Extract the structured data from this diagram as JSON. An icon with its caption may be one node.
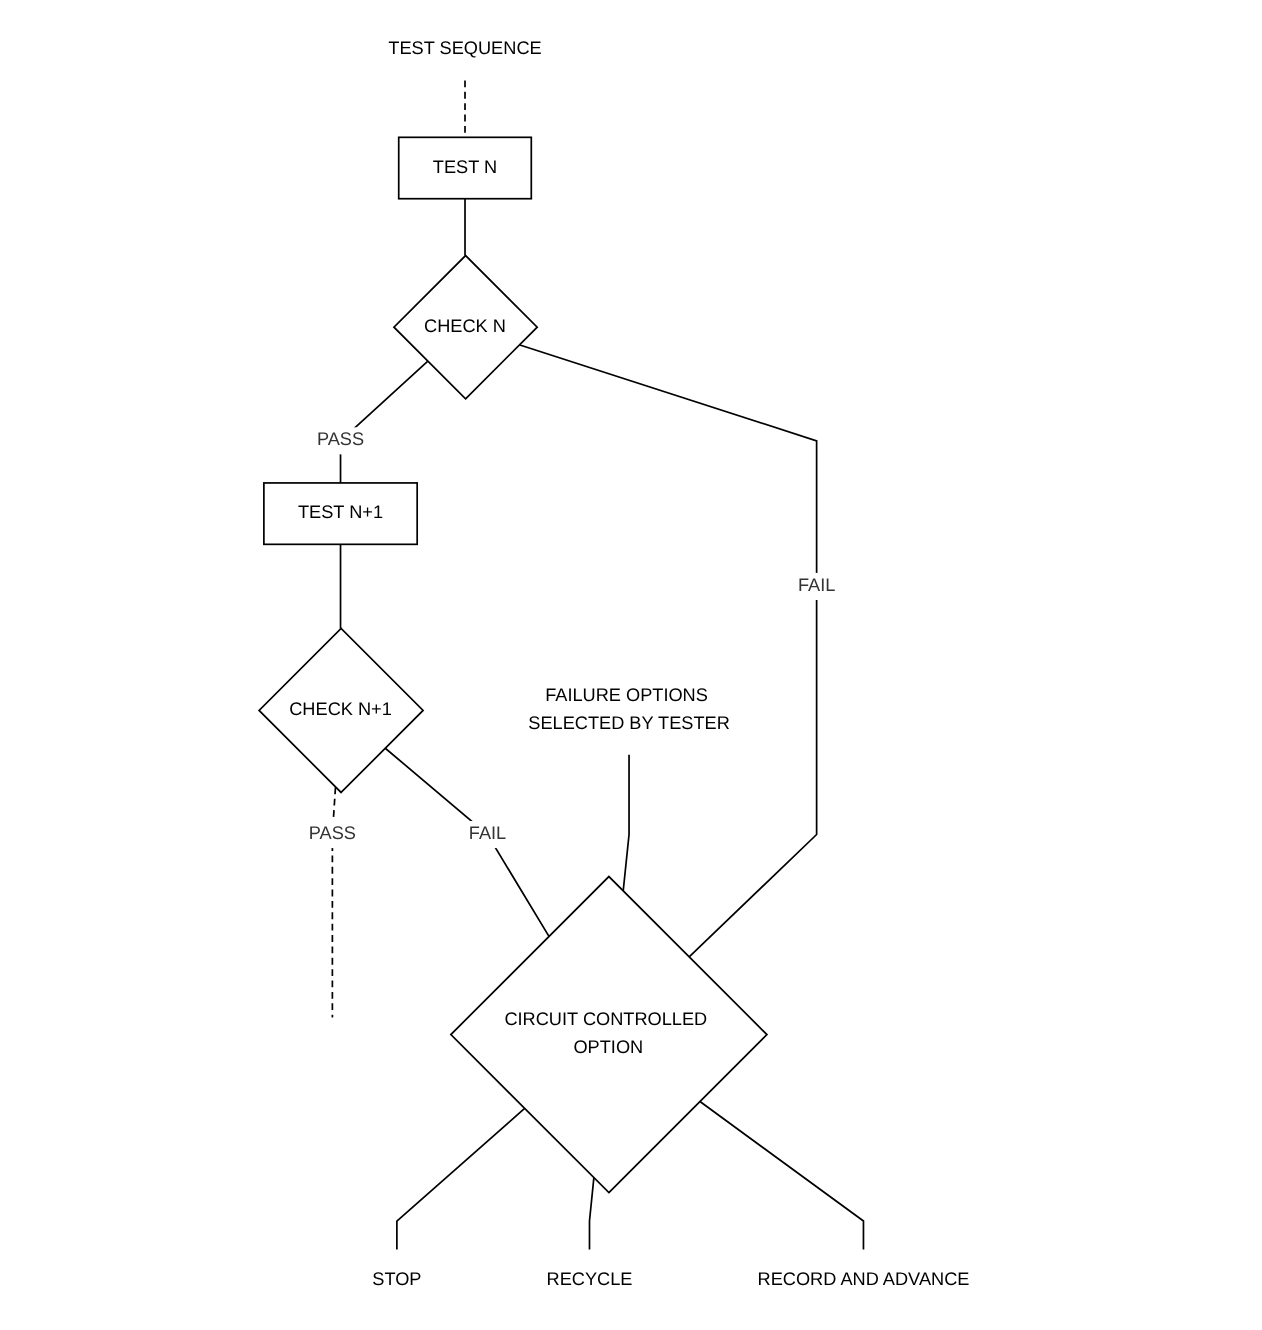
{
  "diagram": {
    "nodes": [
      {
        "text": [
          "TEST SEQUENCE"
        ]
      },
      {
        "text": [
          "TEST N"
        ]
      },
      {
        "text": [
          "CHECK N"
        ]
      },
      {
        "text": [
          "TEST N+1"
        ]
      },
      {
        "text": [
          "CHECK N+1"
        ]
      },
      {
        "text": [
          "FAILURE OPTIONS SELECTED BY TESTER"
        ]
      },
      {
        "text": [
          "CIRCUIT CONTROLLED OPTION"
        ]
      },
      {
        "text": [
          "STOP"
        ]
      },
      {
        "text": [
          "RECYCLE"
        ]
      },
      {
        "text": [
          "RECORD AND ADVANCE"
        ]
      }
    ],
    "edges": [
      {
        "from": 0,
        "to": 1,
        "arrow": "none",
        "style": "dashed"
      },
      {
        "from": 1,
        "to": 2,
        "arrow": "none"
      },
      {
        "from": 2,
        "to": 3,
        "arrow": "none",
        "label": "PASS"
      },
      {
        "from": 3,
        "to": 4,
        "arrow": "none"
      },
      {
        "from": 4,
        "to": null,
        "arrow": "none",
        "label": "PASS",
        "style": "dashed"
      },
      {
        "from": 2,
        "to": 6,
        "arrow": "none",
        "label": "FAIL"
      },
      {
        "from": 4,
        "to": 6,
        "arrow": "none",
        "label": "FAIL"
      },
      {
        "from": 5,
        "to": 6,
        "arrow": "none"
      },
      {
        "from": 6,
        "to": 7,
        "arrow": "none"
      },
      {
        "from": 6,
        "to": 8,
        "arrow": "none"
      },
      {
        "from": 6,
        "to": 9,
        "arrow": "none"
      }
    ]
  }
}
